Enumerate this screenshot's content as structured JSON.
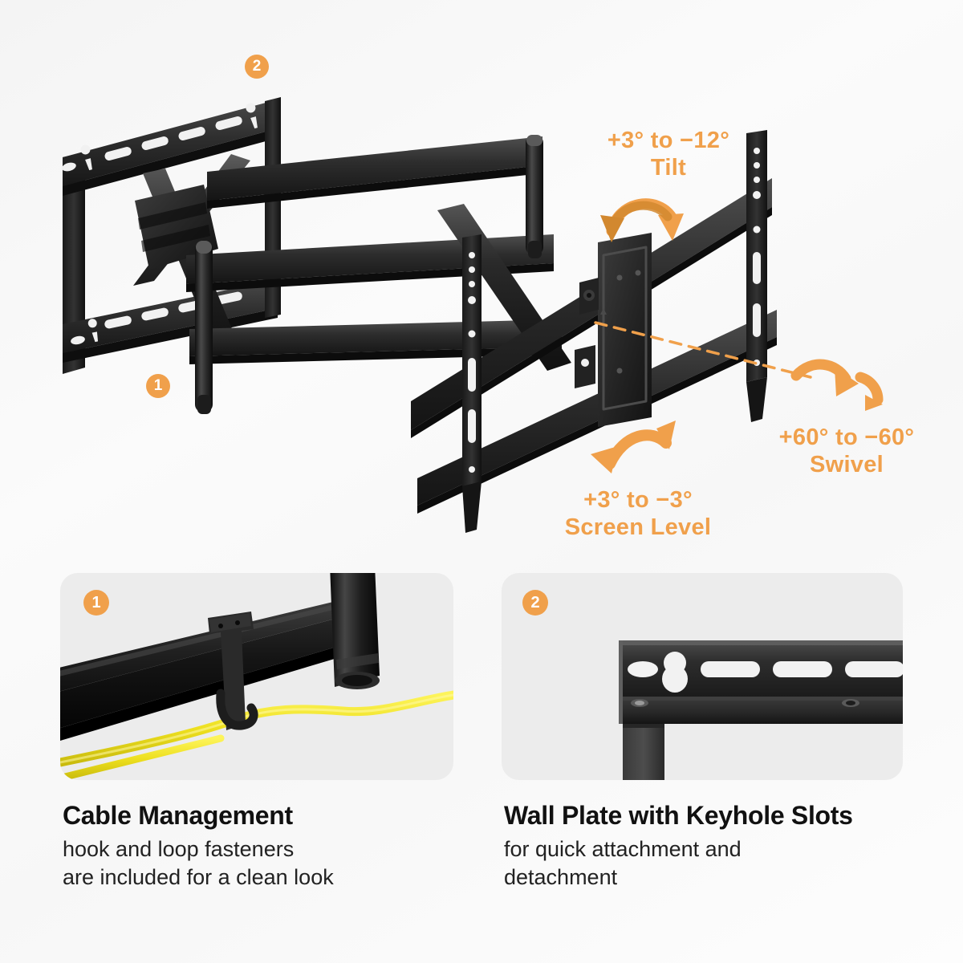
{
  "background": {
    "base_color": "#f7f7f7",
    "accent_color": "#f0a04b",
    "panel_color": "#ececec",
    "metal_color": "#2b2b2b",
    "cable_color": "#f2e42a"
  },
  "hero": {
    "product": "full-motion-tv-wall-mount",
    "badges": [
      {
        "id": "hero-2",
        "label": "2",
        "target": "wall-plate"
      },
      {
        "id": "hero-1",
        "label": "1",
        "target": "cable-management-arm"
      }
    ],
    "annotations": [
      {
        "id": "tilt",
        "line1": "+3° to −12°",
        "line2": "Tilt",
        "arrow": "double-arc-down"
      },
      {
        "id": "swivel",
        "line1": "+60° to −60°",
        "line2": "Swivel",
        "arrow": "double-arc-horizontal"
      },
      {
        "id": "screen-level",
        "line1": "+3° to −3°",
        "line2": "Screen Level",
        "arrow": "double-arc-up"
      }
    ]
  },
  "features": [
    {
      "id": "cable-management",
      "badge": "1",
      "title": "Cable Management",
      "body": "hook and loop fasteners\nare included for a clean look",
      "body_line1": "hook and loop fasteners",
      "body_line2": "are included for a clean look"
    },
    {
      "id": "wall-plate-keyhole",
      "badge": "2",
      "title": "Wall Plate with Keyhole Slots",
      "body": "for quick attachment and\ndetachment",
      "body_line1": "for quick attachment and",
      "body_line2": "detachment"
    }
  ]
}
